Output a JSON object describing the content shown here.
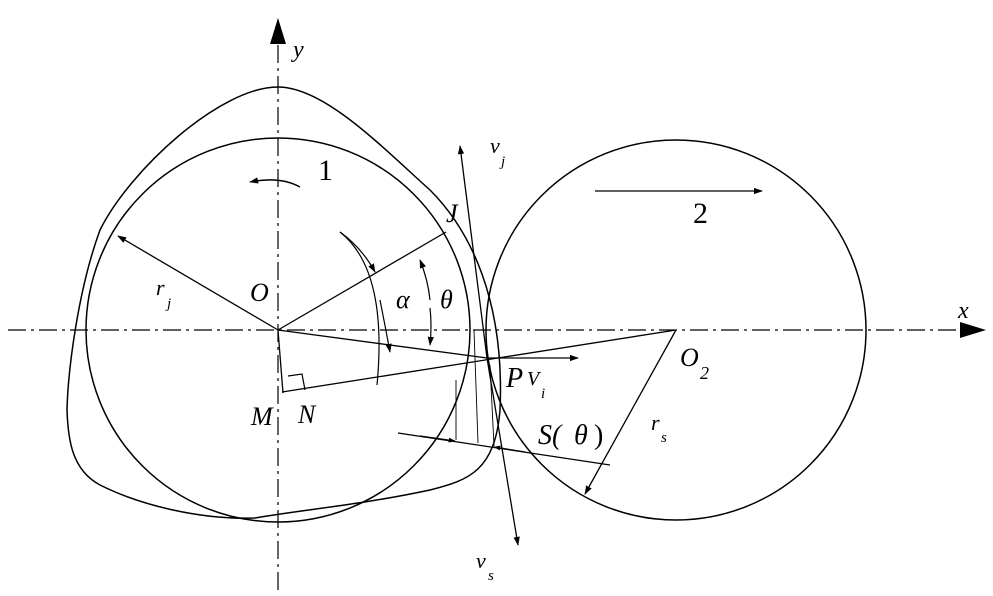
{
  "diagram": {
    "labels": {
      "y_axis": "y",
      "x_axis": "x",
      "cam_number": "1",
      "follower_number": "2",
      "center_O": "O",
      "point_J": "J",
      "radius_rj": "r",
      "radius_rj_sub": "j",
      "angle_alpha": "α",
      "angle_theta": "θ",
      "center_O2": "O",
      "center_O2_sub": "2",
      "contact_P": "P",
      "vel_vi": "V",
      "vel_vi_sub": "i",
      "vel_vj": "v",
      "vel_vj_sub": "j",
      "vel_vs": "v",
      "vel_vs_sub": "s",
      "point_M": "M",
      "point_N": "N",
      "distance_S": "S(",
      "distance_S_theta": "θ",
      "distance_S_close": ")",
      "radius_rs": "r",
      "radius_rs_sub": "s"
    },
    "colors": {
      "stroke": "#000000",
      "background": "#ffffff"
    }
  }
}
